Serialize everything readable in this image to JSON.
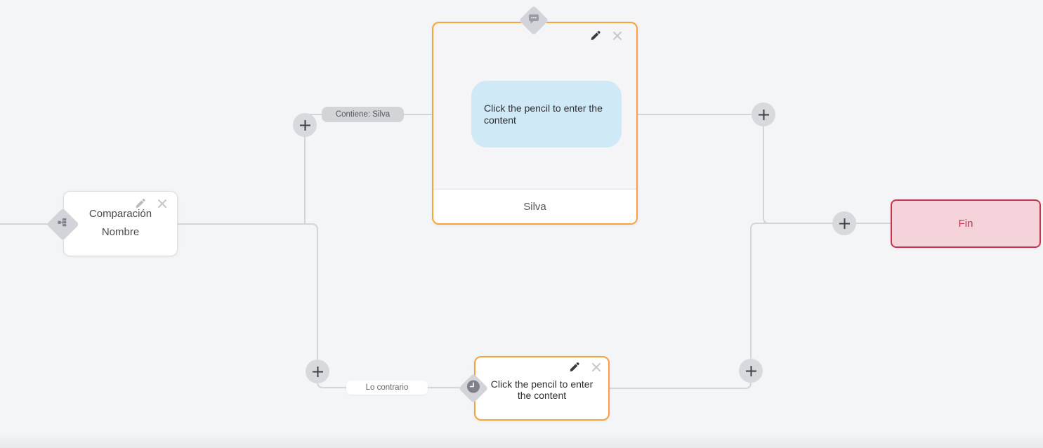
{
  "canvas": {
    "background": "#f4f5f7"
  },
  "colors": {
    "connector": "#d4d5d9",
    "accent_orange": "#f7a23a",
    "end_border": "#c2334e",
    "end_background": "#f5d3da",
    "bubble_blue": "#cfe9f7",
    "handle_gray": "#d2d4d9"
  },
  "nodes": {
    "condition": {
      "title_line1": "Comparación",
      "title_line2": "Nombre",
      "type_icon": "branch-sitemap-icon"
    },
    "message": {
      "bubble_text": "Click the pencil to enter the content",
      "footer_label": "Silva",
      "type_icon": "chat-bubble-icon"
    },
    "timeout": {
      "body_text": "Click the pencil to enter the content",
      "type_icon": "clock-icon"
    },
    "end": {
      "label": "Fin"
    }
  },
  "edges": {
    "contains_label": "Contiene: Silva",
    "otherwise_label": "Lo contrario"
  },
  "icons": {
    "edit": "pencil-icon",
    "delete": "close-x-icon",
    "add": "plus-icon"
  }
}
